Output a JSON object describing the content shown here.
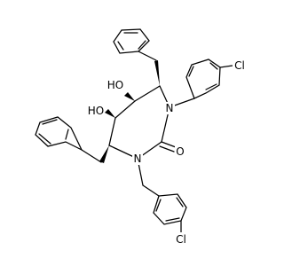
{
  "labels": {
    "cl_top": "Cl",
    "cl_bottom": "Cl",
    "oh_upper": "HO",
    "oh_lower": "HO",
    "n_right": "N",
    "n_left": "N",
    "o_carbonyl": "O"
  }
}
